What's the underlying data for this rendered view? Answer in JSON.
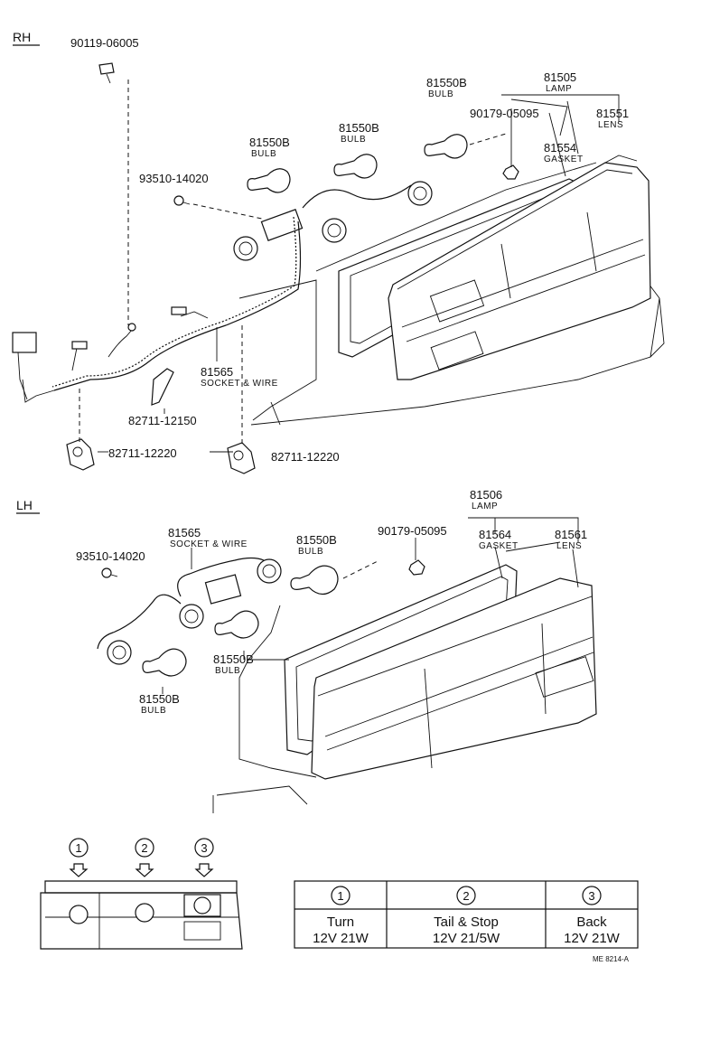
{
  "sections": {
    "rh": "RH",
    "lh": "LH"
  },
  "rh_parts": {
    "screw_top": "90119-06005",
    "bulb_right": {
      "number": "81550B",
      "name": "BULB"
    },
    "bulb_mid": {
      "number": "81550B",
      "name": "BULB"
    },
    "bulb_left": {
      "number": "81550B",
      "name": "BULB"
    },
    "lamp": {
      "number": "81505",
      "name": "LAMP"
    },
    "nut": "90179-05095",
    "lens": {
      "number": "81551",
      "name": "LENS"
    },
    "gasket": {
      "number": "81554",
      "name": "GASKET"
    },
    "screw_small": "93510-14020",
    "socket_wire": {
      "number": "81565",
      "name": "SOCKET & WIRE"
    },
    "clip": "82711-12150",
    "clamp_left": "82711-12220",
    "clamp_right": "82711-12220"
  },
  "lh_parts": {
    "lamp": {
      "number": "81506",
      "name": "LAMP"
    },
    "nut": "90179-05095",
    "gasket": {
      "number": "81564",
      "name": "GASKET"
    },
    "lens": {
      "number": "81561",
      "name": "LENS"
    },
    "socket_wire": {
      "number": "81565",
      "name": "SOCKET & WIRE"
    },
    "screw_small": "93510-14020",
    "bulb_top": {
      "number": "81550B",
      "name": "BULB"
    },
    "bulb_mid": {
      "number": "81550B",
      "name": "BULB"
    },
    "bulb_bottom": {
      "number": "81550B",
      "name": "BULB"
    }
  },
  "position_markers": [
    "1",
    "2",
    "3"
  ],
  "bulb_table": {
    "columns": [
      {
        "marker": "1",
        "function": "Turn",
        "spec": "12V 21W"
      },
      {
        "marker": "2",
        "function": "Tail & Stop",
        "spec": "12V 21/5W"
      },
      {
        "marker": "3",
        "function": "Back",
        "spec": "12V 21W"
      }
    ]
  },
  "footer_code": "ME 8214-A"
}
